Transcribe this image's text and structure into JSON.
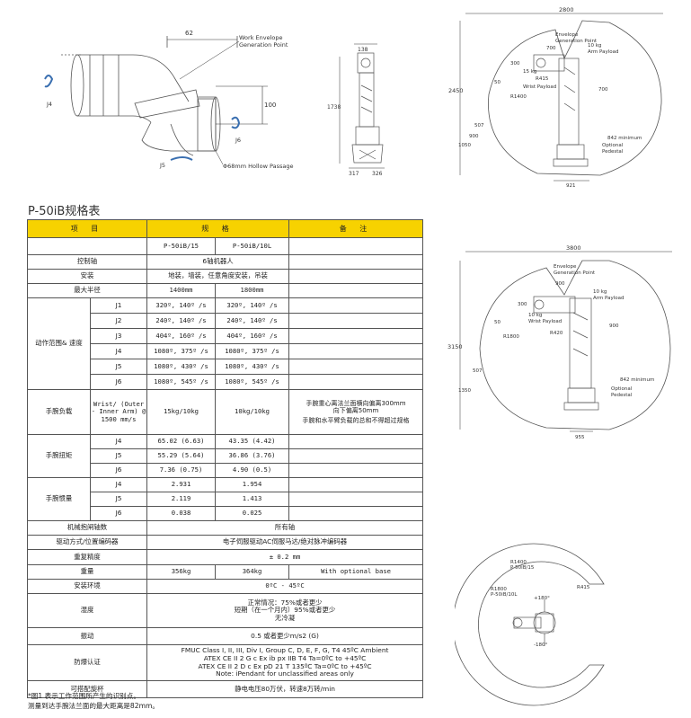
{
  "fig_wrist": {
    "dim_top": "62",
    "envelope_label_1": "Work Envelope",
    "envelope_label_2": "Generation Point",
    "dim_side": "100",
    "axis_j4": "J4",
    "axis_j5": "J5",
    "axis_j6": "J6",
    "hollow_label": "Φ68mm Hollow Passage"
  },
  "fig_side": {
    "dim_top": "138",
    "dim_height": "1738",
    "dim_bottom_left": "317",
    "dim_bottom_right": "326"
  },
  "fig_env15": {
    "width": "2800",
    "height": "2450",
    "envelope_1": "Envelope",
    "envelope_2": "Generation Point",
    "d700": "700",
    "arm_payload_1": "10 kg",
    "arm_payload_2": "Arm Payload",
    "d300": "300",
    "d50": "50",
    "r415": "R415",
    "wrist_1": "15 kg",
    "wrist_2": "Wrist Payload",
    "r1400": "R1400",
    "d700b": "700",
    "d507": "507",
    "d900": "900",
    "d1050": "1050",
    "d842": "842 minimum",
    "pedestal_1": "Optional",
    "pedestal_2": "Pedestal",
    "d921": "921"
  },
  "fig_env10l": {
    "width": "3800",
    "height": "3150",
    "envelope_1": "Envelope",
    "envelope_2": "Generation Point",
    "d900": "900",
    "arm_payload_1": "10 kg",
    "arm_payload_2": "Arm Payload",
    "d300": "300",
    "d50": "50",
    "wrist_1": "10 kg",
    "wrist_2": "Wrist Payload",
    "r1800": "R1800",
    "r420": "R420",
    "d900b": "900",
    "d507": "507",
    "d1350": "1350",
    "d842": "842 minimum",
    "pedestal_1": "Optional",
    "pedestal_2": "Pedestal",
    "d955": "955"
  },
  "fig_top": {
    "r1400_1": "R1400",
    "r1400_2": "P-50iB/15",
    "r415": "R415",
    "r1800_1": "R1800",
    "r1800_2": "P-50iB/10L",
    "plus180": "+180°",
    "minus180": "-180°"
  },
  "title": "P-50iB规格表",
  "table": {
    "h_item": "项 目",
    "h_spec": "规 格",
    "h_note": "备 注",
    "models": [
      "P-50iB/15",
      "P-50iB/10L"
    ],
    "axes_label": "控制轴",
    "axes_value": "6轴机器人",
    "mount_label": "安装",
    "mount_value": "地装，墙装，任意角度安装，吊装",
    "reach_label": "最大半径",
    "reach": [
      "1400mm",
      "1800mm"
    ],
    "motion_label": "动作范围& 速度",
    "motion": [
      {
        "axis": "J1",
        "a": "320º, 140º /s",
        "b": "320º, 140º /s"
      },
      {
        "axis": "J2",
        "a": "240º, 140º /s",
        "b": "240º, 140º /s"
      },
      {
        "axis": "J3",
        "a": "404º, 160º /s",
        "b": "404º, 160º /s"
      },
      {
        "axis": "J4",
        "a": "1080º, 375º /s",
        "b": "1080º, 375º /s"
      },
      {
        "axis": "J5",
        "a": "1080º, 430º /s",
        "b": "1080º, 430º /s"
      },
      {
        "axis": "J6",
        "a": "1080º, 545º /s",
        "b": "1080º, 545º /s"
      }
    ],
    "payload_label": "手腕负载",
    "payload_sub": "Wrist/ (Outer - Inner Arm) @ 1500 mm/s",
    "payload": [
      "15kg/10kg",
      "10kg/10kg"
    ],
    "payload_note_1": "手腕重心离法兰面横向偏离300mm",
    "payload_note_2": "向下偏离50mm",
    "payload_note_3": "手腕和水平臂负载的总和不得超过规格",
    "torque_label": "手腕扭矩",
    "torque": [
      {
        "axis": "J4",
        "a": "65.02 (6.63)",
        "b": "43.35 (4.42)"
      },
      {
        "axis": "J5",
        "a": "55.29 (5.64)",
        "b": "36.86 (3.76)"
      },
      {
        "axis": "J6",
        "a": "7.36 (0.75)",
        "b": "4.90 (0.5)"
      }
    ],
    "inertia_label": "手腕惯量",
    "inertia": [
      {
        "axis": "J4",
        "a": "2.931",
        "b": "1.954"
      },
      {
        "axis": "J5",
        "a": "2.119",
        "b": "1.413"
      },
      {
        "axis": "J6",
        "a": "0.038",
        "b": "0.025"
      }
    ],
    "brake_label": "机械抱闸轴数",
    "brake_value": "所有轴",
    "drive_label": "驱动方式/位置编码器",
    "drive_value": "电子伺服驱动AC伺服马达/绝对脉冲编码器",
    "repeat_label": "重复精度",
    "repeat_value": "± 0.2 mm",
    "weight_label": "重量",
    "weight": [
      "356kg",
      "364kg"
    ],
    "weight_note": "With optional base",
    "env_label": "安装环境",
    "env_value": "0ºC - 45ºC",
    "humidity_label": "湿度",
    "humidity_1": "正常情况：75%或者更少",
    "humidity_2": "短期（在一个月内）95%或者更少",
    "humidity_3": "无冷凝",
    "vibration_label": "振动",
    "vibration_value": "0.5 或者更少m/s2 (G)",
    "cert_label": "防爆认证",
    "cert_1": "FMUC Class I, II, III, Div I, Group C, D, E, F, G, T4 45ºC Ambient",
    "cert_2": "ATEX CE II 2 G c Ex ib px IIB T4 Ta=0ºC to +45ºC",
    "cert_3": "ATEX CE II 2 D c Ex pD 21 T 135ºC Ta=0ºC to +45ºC",
    "cert_4": "Note: iPendant for unclassified areas only",
    "paint_label": "可搭配旋杯",
    "paint_value": "静电电压80万伏，转速8万转/min"
  },
  "footnote_1": "*图1 表示工作范围所产生的识别点。",
  "footnote_2": "测量到达手腕法兰面的最大距离是82mm。"
}
